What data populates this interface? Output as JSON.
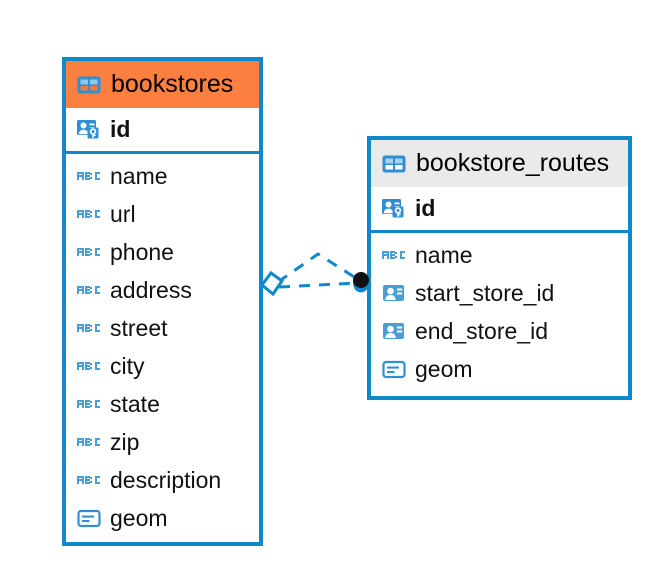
{
  "diagram": {
    "type": "entity-relationship-diagram",
    "background_color": "#ffffff",
    "accent_color": "#1089cc",
    "header_accent_color": "#fb8040",
    "header_neutral_color": "#eaeaea",
    "entities": [
      {
        "name": "bookstores",
        "header_color": "#fb8040",
        "table_icon": "table-icon",
        "primary_keys": [
          {
            "label": "id",
            "icon": "primary-key-icon",
            "type": "key"
          }
        ],
        "fields": [
          {
            "label": "name",
            "icon": "abc-text-icon",
            "type": "text"
          },
          {
            "label": "url",
            "icon": "abc-text-icon",
            "type": "text"
          },
          {
            "label": "phone",
            "icon": "abc-text-icon",
            "type": "text"
          },
          {
            "label": "address",
            "icon": "abc-text-icon",
            "type": "text"
          },
          {
            "label": "street",
            "icon": "abc-text-icon",
            "type": "text"
          },
          {
            "label": "city",
            "icon": "abc-text-icon",
            "type": "text"
          },
          {
            "label": "state",
            "icon": "abc-text-icon",
            "type": "text"
          },
          {
            "label": "zip",
            "icon": "abc-text-icon",
            "type": "text"
          },
          {
            "label": "description",
            "icon": "abc-text-icon",
            "type": "text"
          },
          {
            "label": "geom",
            "icon": "geometry-icon",
            "type": "geometry"
          }
        ]
      },
      {
        "name": "bookstore_routes",
        "header_color": "#eaeaea",
        "table_icon": "table-icon",
        "primary_keys": [
          {
            "label": "id",
            "icon": "primary-key-icon",
            "type": "key"
          }
        ],
        "fields": [
          {
            "label": "name",
            "icon": "abc-text-icon",
            "type": "text"
          },
          {
            "label": "start_store_id",
            "icon": "foreign-key-icon",
            "type": "reference"
          },
          {
            "label": "end_store_id",
            "icon": "foreign-key-icon",
            "type": "reference"
          },
          {
            "label": "geom",
            "icon": "geometry-icon",
            "type": "geometry"
          }
        ]
      }
    ],
    "relationship": {
      "from_entity": "bookstores",
      "to_entity": "bookstore_routes",
      "line_style": "dashed",
      "line_color": "#1089cc",
      "source_marker": "diamond-marker",
      "target_marker": "filled-circle-marker"
    }
  }
}
